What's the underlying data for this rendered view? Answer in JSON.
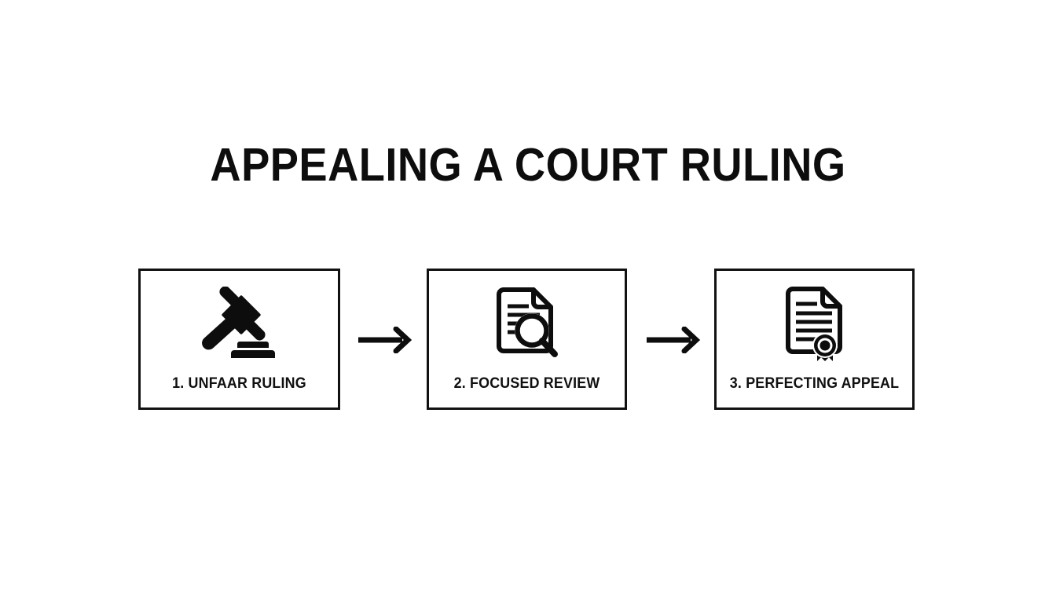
{
  "diagram": {
    "title": "APPEALING A COURT RULING",
    "background_color": "#ffffff",
    "ink_color": "#111111",
    "steps": [
      {
        "number": "1",
        "label": "1. UNFAAR RULING",
        "icon": "gavel-icon"
      },
      {
        "number": "2",
        "label": "2. FOCUSED REVIEW",
        "icon": "document-magnifier-icon"
      },
      {
        "number": "3",
        "label": "3. PERFECTING APPEAL",
        "icon": "certificate-seal-icon"
      }
    ],
    "connectors": [
      {
        "name": "arrow-right-icon",
        "from": "1",
        "to": "2"
      },
      {
        "name": "arrow-right-icon",
        "from": "2",
        "to": "3"
      }
    ]
  }
}
